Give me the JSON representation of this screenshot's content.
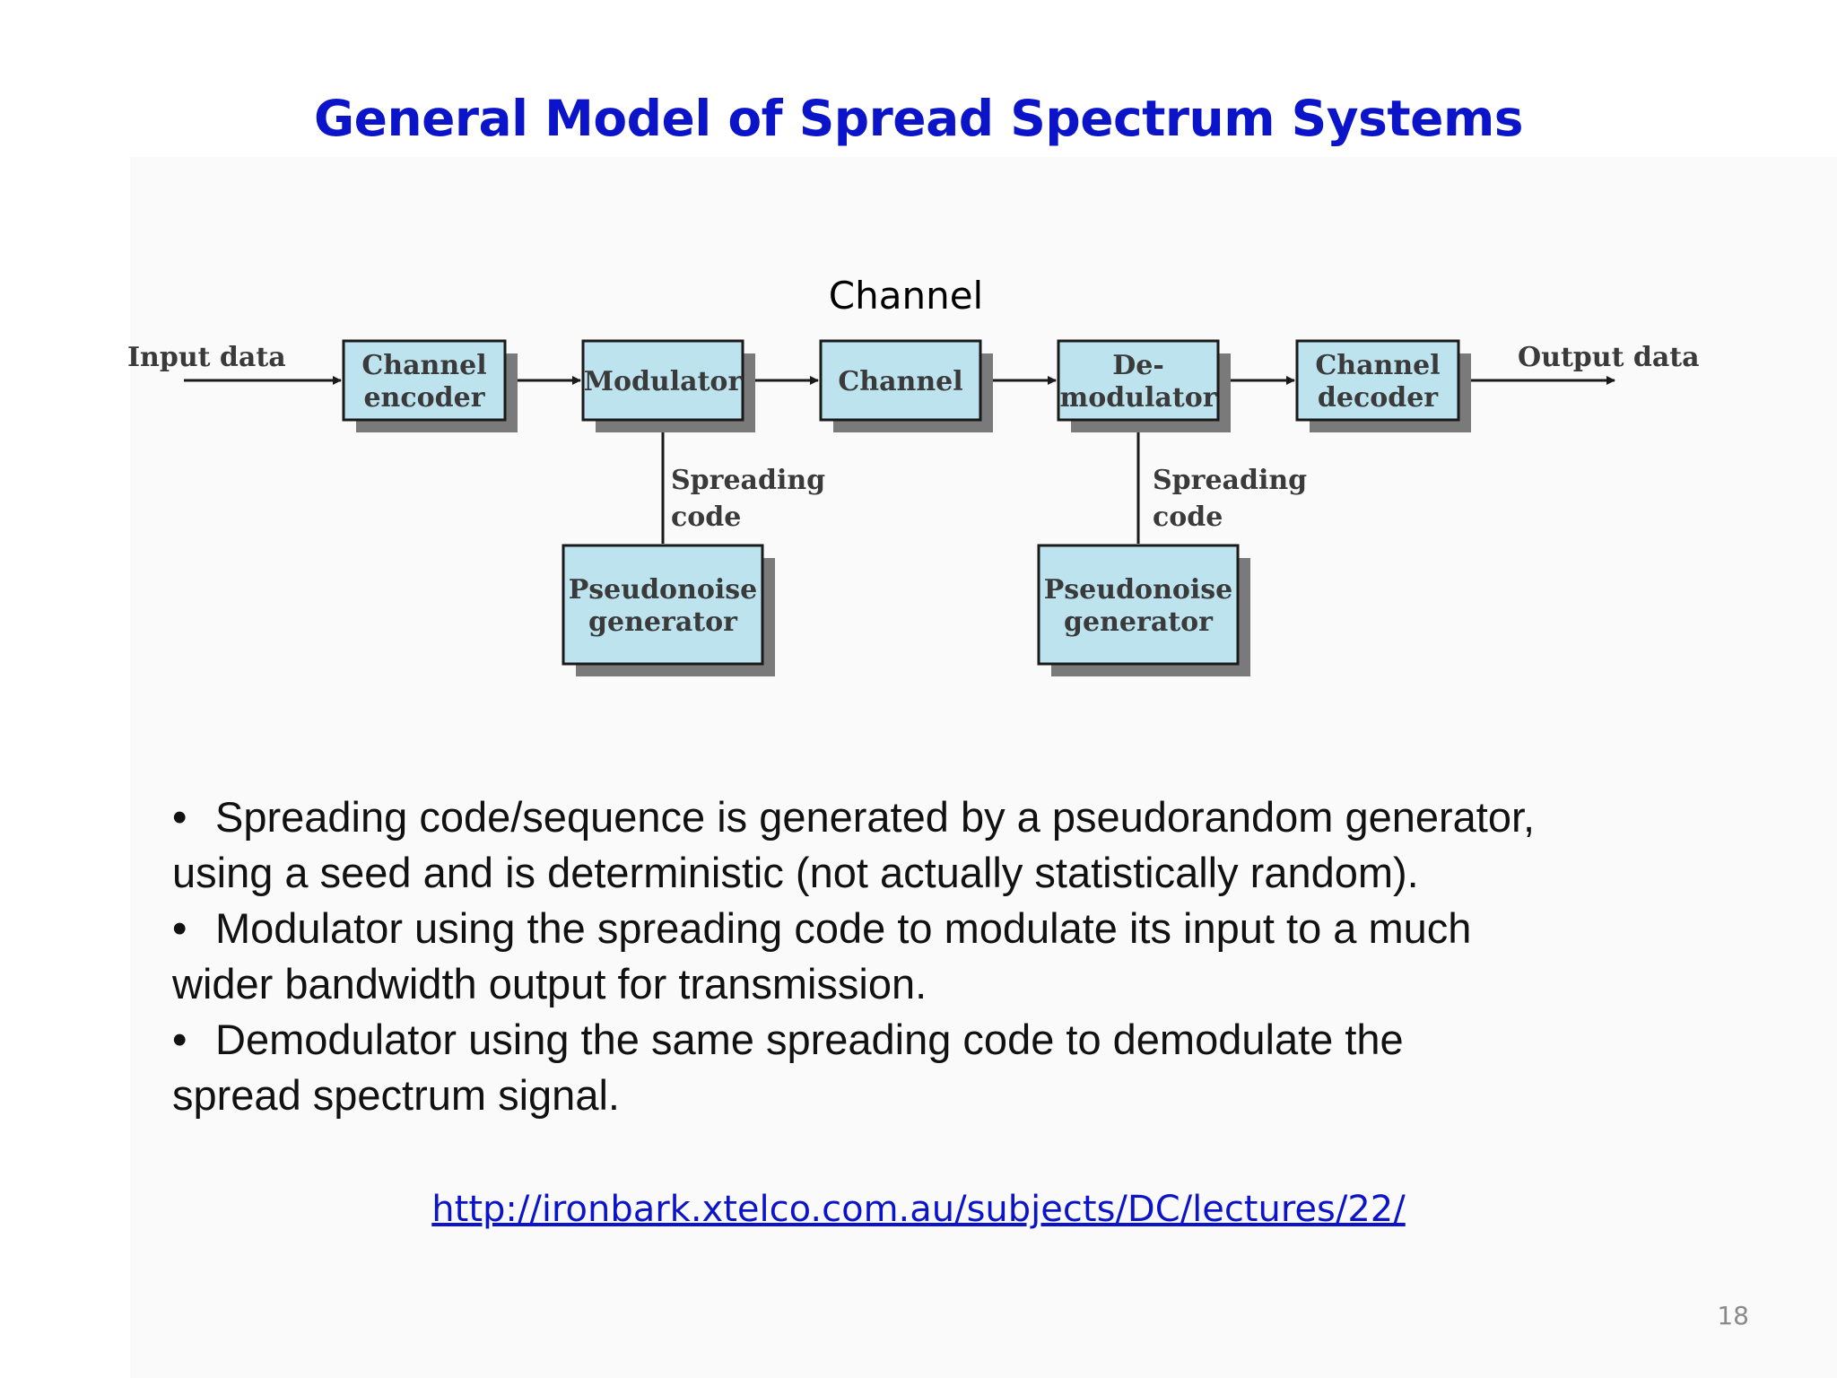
{
  "slide": {
    "title": "General Model of Spread Spectrum Systems",
    "channel_caption": "Channel",
    "page_number": "18",
    "link_text": "http://ironbark.xtelco.com.au/subjects/DC/lectures/22/"
  },
  "diagram": {
    "input_label": "Input data",
    "output_label": "Output data",
    "blocks": {
      "channel_encoder": [
        "Channel",
        "encoder"
      ],
      "modulator": [
        "Modulator"
      ],
      "channel": [
        "Channel"
      ],
      "demodulator": [
        "De-",
        "modulator"
      ],
      "channel_decoder": [
        "Channel",
        "decoder"
      ],
      "pn_generator_tx": [
        "Pseudonoise",
        "generator"
      ],
      "pn_generator_rx": [
        "Pseudonoise",
        "generator"
      ]
    },
    "spreading_code_tx": [
      "Spreading",
      "code"
    ],
    "spreading_code_rx": [
      "Spreading",
      "code"
    ],
    "colors": {
      "block_fill": "#bde3ef",
      "shadow": "#7a7a7a",
      "border": "#1a1a1a"
    }
  },
  "bullets": [
    {
      "first": "Spreading code/sequence is generated by a pseudorandom generator,",
      "rest": "using a seed and is deterministic (not actually statistically random)."
    },
    {
      "first": "Modulator using the spreading code to modulate its input to a much",
      "rest": "wider bandwidth output for transmission."
    },
    {
      "first": "Demodulator using the same spreading code to demodulate the",
      "rest": "spread spectrum signal."
    }
  ],
  "bullet_symbol": "•"
}
